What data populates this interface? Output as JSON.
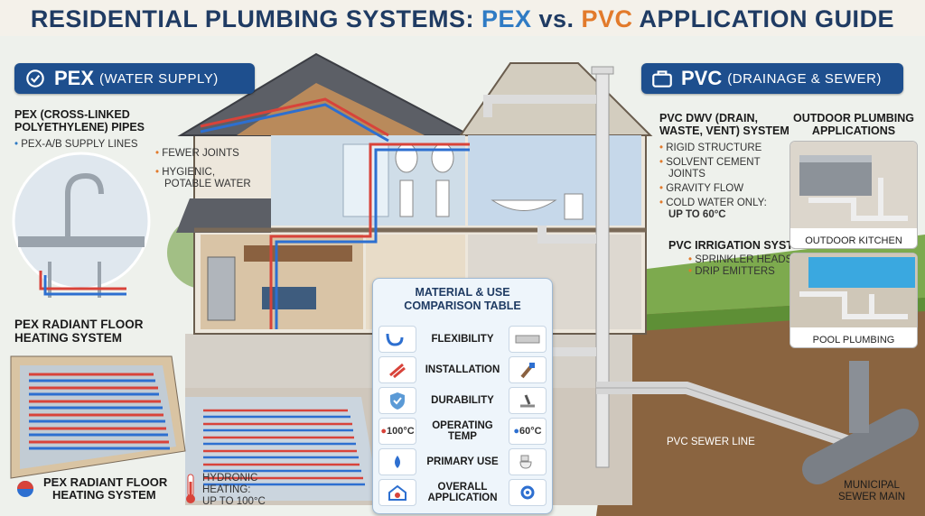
{
  "title": {
    "part1": "RESIDENTIAL PLUMBING SYSTEMS: ",
    "pex": "PEX",
    "mid": " vs. ",
    "pvc": "PVC",
    "part2": " APPLICATION GUIDE"
  },
  "pex_banner": {
    "big": "PEX",
    "small": "(WATER SUPPLY)"
  },
  "pvc_banner": {
    "big": "PVC",
    "small": "(DRAINAGE & SEWER)"
  },
  "pex_pipes": {
    "heading_1": "PEX (CROSS-LINKED",
    "heading_2": "POLYETHYLENE) PIPES",
    "bullet": "PEX-A/B SUPPLY LINES"
  },
  "pex_features": {
    "b1": "FEWER JOINTS",
    "b2": "HYGIENIC,",
    "b2b": "POTABLE WATER"
  },
  "radiant_top": {
    "line1": "PEX RADIANT FLOOR",
    "line2": "HEATING SYSTEM"
  },
  "radiant_bottom": {
    "line1": "PEX RADIANT FLOOR",
    "line2": "HEATING SYSTEM"
  },
  "hydronic": {
    "line1": "HYDRONIC",
    "line2": "HEATING:",
    "line3": "UP TO 100°C"
  },
  "pvc_dwv": {
    "heading_1": "PVC DWV (DRAIN,",
    "heading_2": "WASTE, VENT) SYSTEM",
    "b1": "RIGID STRUCTURE",
    "b2": "SOLVENT CEMENT",
    "b2b": "JOINTS",
    "b3": "GRAVITY FLOW",
    "b4": "COLD WATER ONLY:",
    "b4b": "UP TO 60°C"
  },
  "irrigation": {
    "heading": "PVC IRRIGATION SYSTEM",
    "b1": "SPRINKLER HEADS",
    "b2": "DRIP EMITTERS"
  },
  "outdoor": {
    "heading_1": "OUTDOOR PLUMBING",
    "heading_2": "APPLICATIONS",
    "kitchen": "OUTDOOR KITCHEN",
    "pool": "POOL PLUMBING"
  },
  "sewer": {
    "line": "PVC SEWER LINE",
    "main_1": "MUNICIPAL",
    "main_2": "SEWER MAIN"
  },
  "table": {
    "heading_1": "MATERIAL & USE",
    "heading_2": "COMPARISON TABLE",
    "rows": [
      {
        "label": "FLEXIBILITY",
        "left": "",
        "right": ""
      },
      {
        "label": "INSTALLATION",
        "left": "",
        "right": ""
      },
      {
        "label": "DURABILITY",
        "left": "",
        "right": ""
      },
      {
        "label": "OPERATING",
        "label2": "TEMP",
        "left": "100°C",
        "right": "60°C"
      },
      {
        "label": "PRIMARY USE",
        "left": "",
        "right": ""
      },
      {
        "label": "OVERALL",
        "label2": "APPLICATION",
        "left": "",
        "right": ""
      }
    ]
  },
  "colors": {
    "pex_blue": "#2f7bc4",
    "pvc_orange": "#e27a2b",
    "banner": "#1e4f8e",
    "hot": "#d8433a",
    "cold": "#2d6fd0"
  }
}
